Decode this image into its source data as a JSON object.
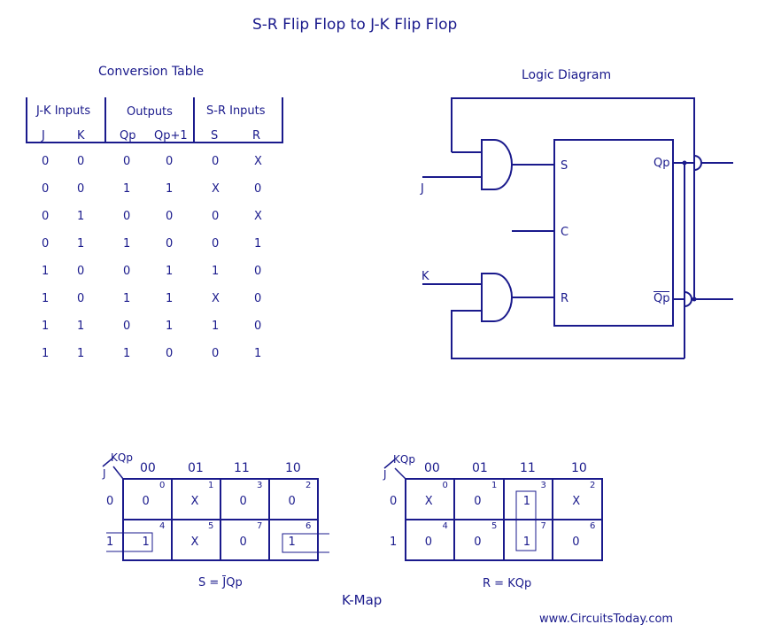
{
  "title": "S-R Flip Flop to J-K Flip Flop",
  "conversion_table": {
    "heading": "Conversion Table",
    "groups": [
      "J-K Inputs",
      "Outputs",
      "S-R Inputs"
    ],
    "columns": [
      "J",
      "K",
      "Qp",
      "Qp+1",
      "S",
      "R"
    ],
    "rows": [
      [
        "0",
        "0",
        "0",
        "0",
        "0",
        "X"
      ],
      [
        "0",
        "0",
        "1",
        "1",
        "X",
        "0"
      ],
      [
        "0",
        "1",
        "0",
        "0",
        "0",
        "X"
      ],
      [
        "0",
        "1",
        "1",
        "0",
        "0",
        "1"
      ],
      [
        "1",
        "0",
        "0",
        "1",
        "1",
        "0"
      ],
      [
        "1",
        "0",
        "1",
        "1",
        "X",
        "0"
      ],
      [
        "1",
        "1",
        "0",
        "1",
        "1",
        "0"
      ],
      [
        "1",
        "1",
        "1",
        "0",
        "0",
        "1"
      ]
    ]
  },
  "logic_diagram": {
    "heading": "Logic Diagram",
    "input_j": "J",
    "input_k": "K",
    "pin_s": "S",
    "pin_c": "C",
    "pin_r": "R",
    "out_q": "Qp",
    "out_qbar": "Qp"
  },
  "kmap_s": {
    "corner_var": "KQp",
    "row_var": "J",
    "col_headers": [
      "00",
      "01",
      "11",
      "10"
    ],
    "row_headers": [
      "0",
      "1"
    ],
    "cells": [
      [
        "0",
        "X",
        "0",
        "0"
      ],
      [
        "1",
        "X",
        "0",
        "1"
      ]
    ],
    "indices": [
      [
        "0",
        "1",
        "3",
        "2"
      ],
      [
        "4",
        "5",
        "7",
        "6"
      ]
    ],
    "equation_lhs": "S = ",
    "equation_bar": "J",
    "equation_rhs": "Qp"
  },
  "kmap_r": {
    "corner_var": "KQp",
    "row_var": "J",
    "col_headers": [
      "00",
      "01",
      "11",
      "10"
    ],
    "row_headers": [
      "0",
      "1"
    ],
    "cells": [
      [
        "X",
        "0",
        "1",
        "X"
      ],
      [
        "0",
        "0",
        "1",
        "0"
      ]
    ],
    "indices": [
      [
        "0",
        "1",
        "3",
        "2"
      ],
      [
        "4",
        "5",
        "7",
        "6"
      ]
    ],
    "equation": "R = KQp"
  },
  "kmap_caption": "K-Map",
  "website": "www.CircuitsToday.com",
  "colors": {
    "ink": "#1a1a8c",
    "background": "#ffffff"
  }
}
